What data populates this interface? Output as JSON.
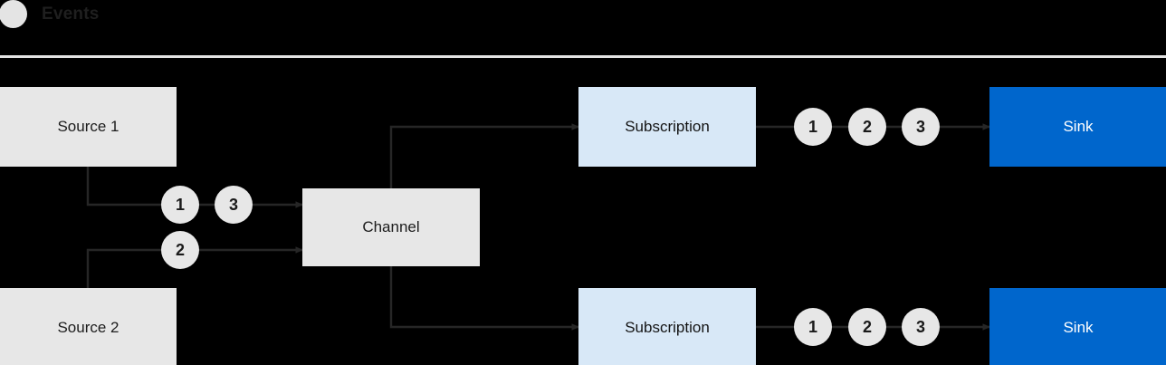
{
  "header": {
    "legend_icon": "event-dot-icon",
    "legend_label": "Events"
  },
  "diagram": {
    "nodes": {
      "source_1": "Source 1",
      "source_2": "Source 2",
      "channel": "Channel",
      "subscription_top": "Subscription",
      "subscription_bottom": "Subscription",
      "sink_top": "Sink",
      "sink_bottom": "Sink"
    },
    "tokens": {
      "ingress_top": [
        "1",
        "3"
      ],
      "ingress_bottom": [
        "2"
      ],
      "egress_top": [
        "1",
        "2",
        "3"
      ],
      "egress_bottom": [
        "1",
        "2",
        "3"
      ]
    }
  },
  "colors": {
    "background": "#000000",
    "neutral_node": "#e7e7e7",
    "subscription_node": "#d8e8f7",
    "sink_node": "#0066cc",
    "sink_text": "#ffffff",
    "connector": "#262626",
    "divider": "#e3e3e3"
  }
}
